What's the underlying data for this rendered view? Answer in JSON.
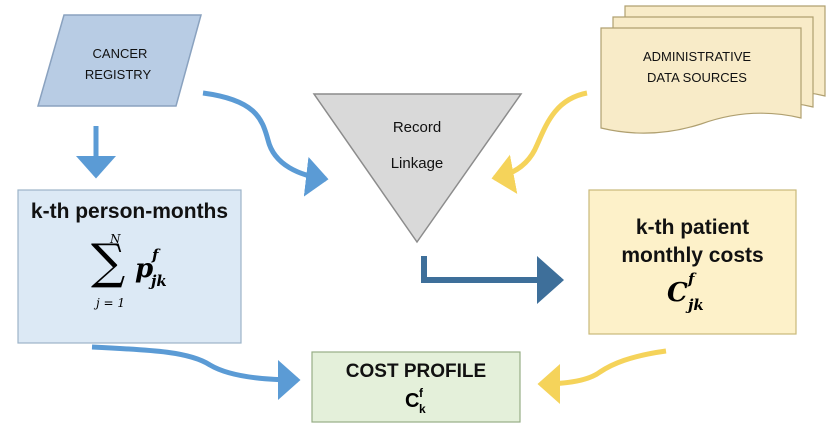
{
  "nodes": {
    "cancer_registry": {
      "line1": "CANCER",
      "line2": "REGISTRY"
    },
    "admin_sources": {
      "line1": "ADMINISTRATIVE",
      "line2": "DATA SOURCES"
    },
    "record_linkage": {
      "line1": "Record",
      "line2": "Linkage"
    },
    "person_months": {
      "title": "k-th person-months",
      "sum_upper": "N",
      "sum_lower": "j = 1",
      "term_base": "p",
      "term_sup": "f",
      "term_sub": "jk"
    },
    "patient_costs": {
      "title_line1": "k-th patient",
      "title_line2": "monthly costs",
      "term_base": "C",
      "term_sup": "f",
      "term_sub": "jk"
    },
    "cost_profile": {
      "title": "COST PROFILE",
      "term_base": "C",
      "term_sup": "f",
      "term_sub": "k"
    }
  },
  "colors": {
    "registry_fill": "#b8cce4",
    "admin_fill": "#f8ebc8",
    "linkage_fill": "#d9d9d9",
    "person_fill": "#dce9f5",
    "costs_fill": "#fdf1c9",
    "profile_fill": "#e4f0da",
    "blue_arrow": "#5b9bd5",
    "dark_arrow": "#3e6f9a",
    "yellow_arrow": "#f5d35a"
  }
}
